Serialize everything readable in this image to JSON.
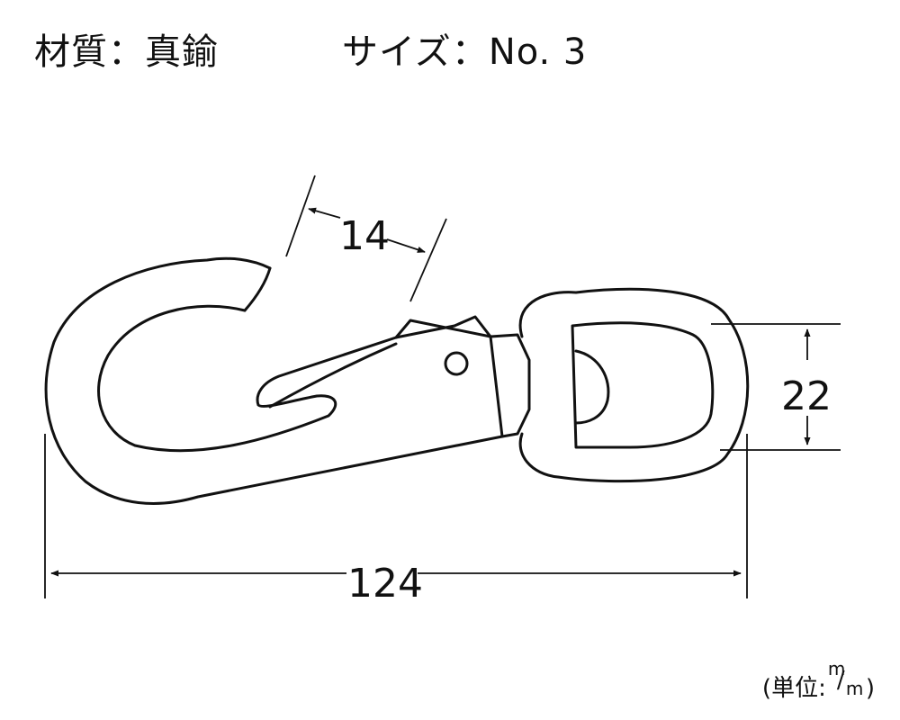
{
  "header": {
    "material_label": "材質",
    "material_value": "真鍮",
    "size_label": "サイズ",
    "size_value": "No. 3",
    "separator": "："
  },
  "dimensions": {
    "gate_opening": "14",
    "eye_width": "22",
    "total_length": "124"
  },
  "unit_note": {
    "open": "(",
    "label": "単位",
    "separator": ":",
    "numerator": "m",
    "slash": "/",
    "denominator": "m",
    "close": ")"
  }
}
